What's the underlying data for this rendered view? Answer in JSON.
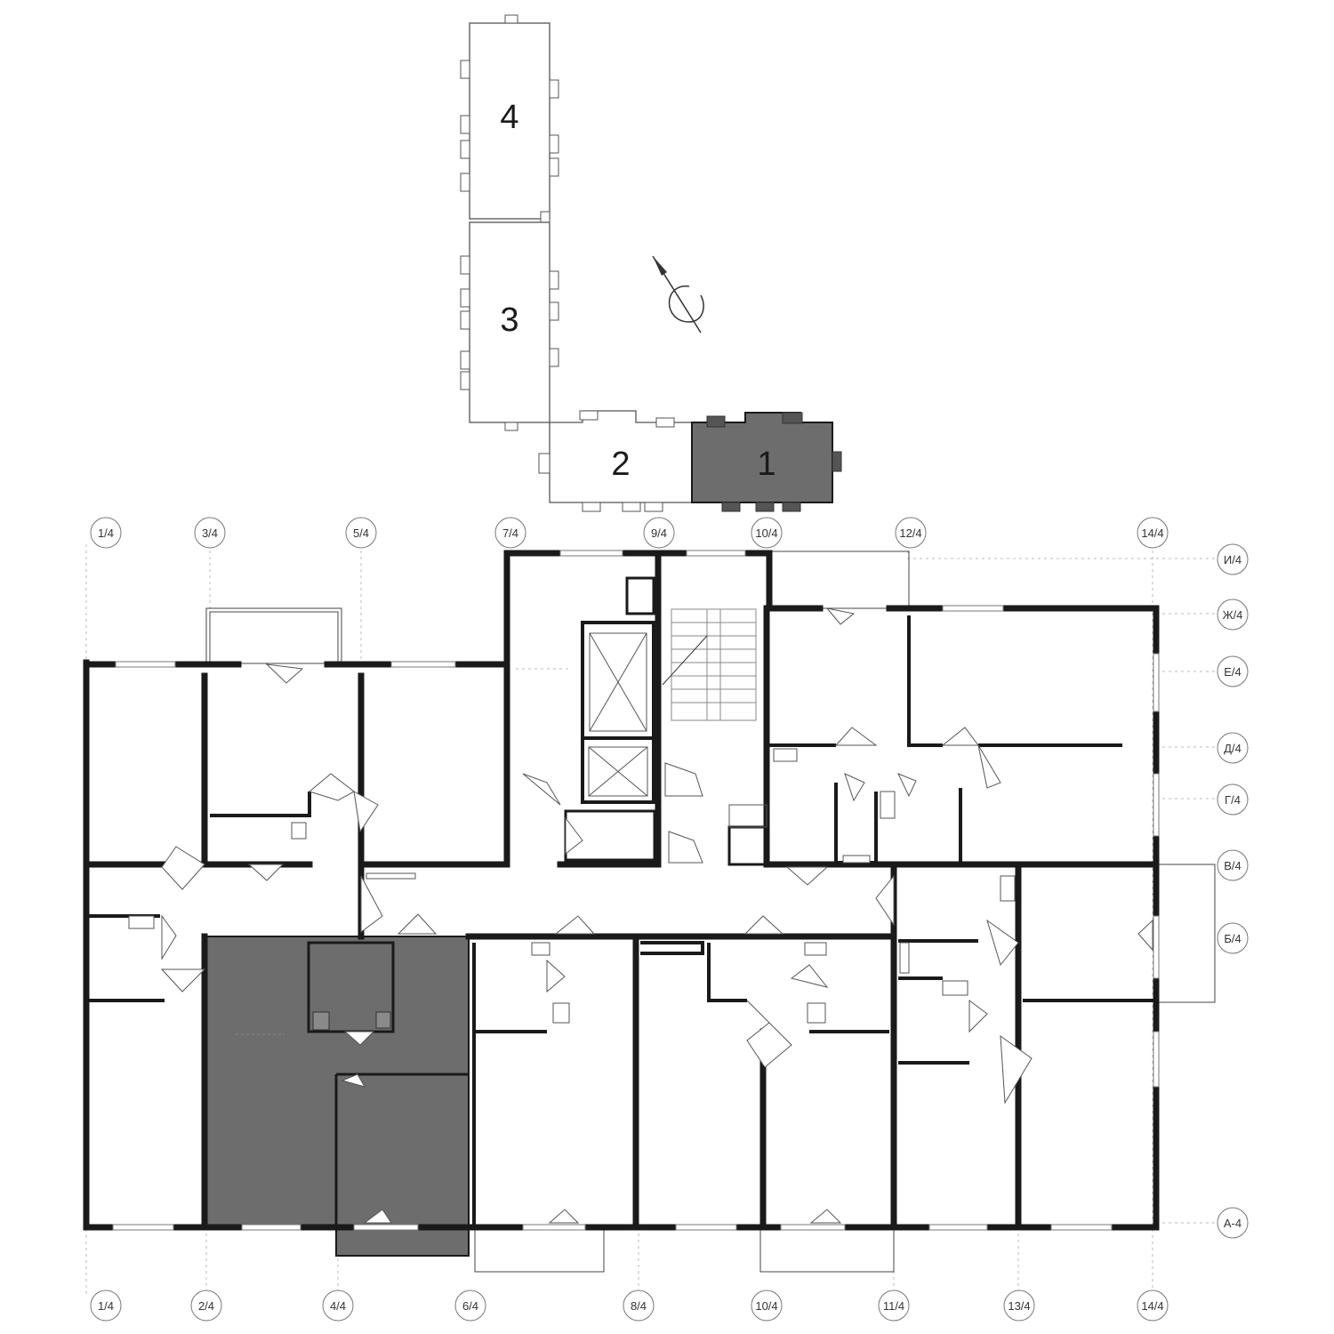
{
  "key_plan": {
    "sections": [
      {
        "label": "4",
        "selected": false
      },
      {
        "label": "3",
        "selected": false
      },
      {
        "label": "2",
        "selected": false
      },
      {
        "label": "1",
        "selected": true
      }
    ],
    "north_arrow_icon": "compass-north-icon"
  },
  "axes": {
    "top": [
      "1/4",
      "3/4",
      "5/4",
      "7/4",
      "9/4",
      "10/4",
      "12/4",
      "14/4"
    ],
    "bottom": [
      "1/4",
      "2/4",
      "4/4",
      "6/4",
      "8/4",
      "10/4",
      "11/4",
      "13/4",
      "14/4"
    ],
    "right": [
      "И/4",
      "Ж/4",
      "Е/4",
      "Д/4",
      "Г/4",
      "В/4",
      "Б/4",
      "А-4"
    ]
  },
  "colors": {
    "highlight": "#6d6d6d",
    "wall": "#1a1a1a",
    "background": "#ffffff"
  }
}
